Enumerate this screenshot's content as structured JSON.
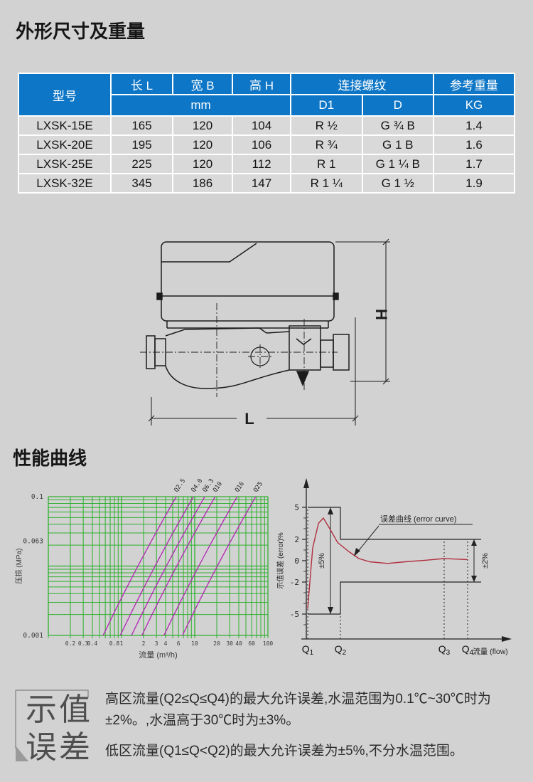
{
  "sections": {
    "dimensions_title": "外形尺寸及重量",
    "performance_title": "性能曲线"
  },
  "table": {
    "header_bg": "#0d76c6",
    "headers": {
      "model": "型号",
      "len": "长 L",
      "wid": "宽 B",
      "hei": "高 H",
      "thread": "连接螺纹",
      "weight": "参考重量",
      "mm": "mm",
      "d1": "D1",
      "d": "D",
      "kg": "KG"
    },
    "rows": [
      [
        "LXSK-15E",
        "165",
        "120",
        "104",
        "R ½",
        "G ¾ B",
        "1.4"
      ],
      [
        "LXSK-20E",
        "195",
        "120",
        "106",
        "R ¾",
        "G 1 B",
        "1.6"
      ],
      [
        "LXSK-25E",
        "225",
        "120",
        "112",
        "R 1",
        "G 1 ¼ B",
        "1.7"
      ],
      [
        "LXSK-32E",
        "345",
        "186",
        "147",
        "R 1 ¼",
        "G 1 ½",
        "1.9"
      ]
    ]
  },
  "drawing": {
    "dim_h": "H",
    "dim_l": "L"
  },
  "chart_data": [
    {
      "type": "line",
      "name": "pressure-loss-curves",
      "xlabel": "流量 (m³/h)",
      "ylabel": "压损 (MPa)",
      "x_scale": "log",
      "y_scale": "log",
      "xlim": [
        0.1,
        100
      ],
      "ylim": [
        0.001,
        0.1
      ],
      "grid": "on",
      "x_ticks": [
        "0.2",
        "0.3",
        "0.4",
        "0.8",
        "1",
        "2",
        "3",
        "4",
        "6",
        "10",
        "20",
        "30",
        "40",
        "60",
        "100"
      ],
      "y_ticks": [
        {
          "label": "0.1",
          "pos": 0
        },
        {
          "label": "0.063",
          "pos": 0.32
        },
        {
          "label": "0.001",
          "pos": 1
        }
      ],
      "series": [
        {
          "name": "Q2.5",
          "x_at_ymin": 0.56,
          "x_at_ymax": 5.6
        },
        {
          "name": "Q4.0",
          "x_at_ymin": 0.96,
          "x_at_ymax": 9.6
        },
        {
          "name": "Q6.3",
          "x_at_ymin": 1.37,
          "x_at_ymax": 13.7
        },
        {
          "name": "Q10",
          "x_at_ymin": 1.9,
          "x_at_ymax": 19
        },
        {
          "name": "Q16",
          "x_at_ymin": 3.8,
          "x_at_ymax": 38
        },
        {
          "name": "Q25",
          "x_at_ymin": 6.8,
          "x_at_ymax": 68
        }
      ],
      "colors": {
        "grid": "#2eb02e",
        "curve": "#b32fb3"
      }
    },
    {
      "type": "line",
      "name": "error-curve-diagram",
      "xlabel": "流量 (flow)",
      "ylabel": "示值误差 (error)%",
      "y_ticks": [
        5,
        2,
        0,
        -2,
        -5
      ],
      "x_ticks": [
        "Q1",
        "Q2",
        "Q3",
        "Q4"
      ],
      "curve_label": "误差曲线 (error curve)",
      "envelope": {
        "low_zone_limit": 5,
        "high_zone_limit": 2,
        "label_low": "±5%",
        "label_high": "±2%"
      },
      "error_curve": [
        [
          0,
          -4.5
        ],
        [
          0.013,
          -2.1
        ],
        [
          0.031,
          1.2
        ],
        [
          0.067,
          3.5
        ],
        [
          0.098,
          4.0
        ],
        [
          0.142,
          2.9
        ],
        [
          0.187,
          1.7
        ],
        [
          0.253,
          0.9
        ],
        [
          0.32,
          0.2
        ],
        [
          0.387,
          -0.1
        ],
        [
          0.5,
          -0.25
        ],
        [
          0.61,
          -0.1
        ],
        [
          0.74,
          0.05
        ],
        [
          0.85,
          0.2
        ],
        [
          0.94,
          0.15
        ],
        [
          1,
          0.1
        ]
      ],
      "colors": {
        "curve": "#b03040",
        "envelope": "#222222"
      }
    }
  ],
  "notes": {
    "badge_line1": "示值",
    "badge_line2": "误差",
    "p1": "高区流量(Q2≤Q≤Q4)的最大允许误差,水温范围为0.1℃~30℃时为±2%。,水温高于30℃时为±3%。",
    "p2": "低区流量(Q1≤Q<Q2)的最大允许误差为±5%,不分水温范围。"
  }
}
